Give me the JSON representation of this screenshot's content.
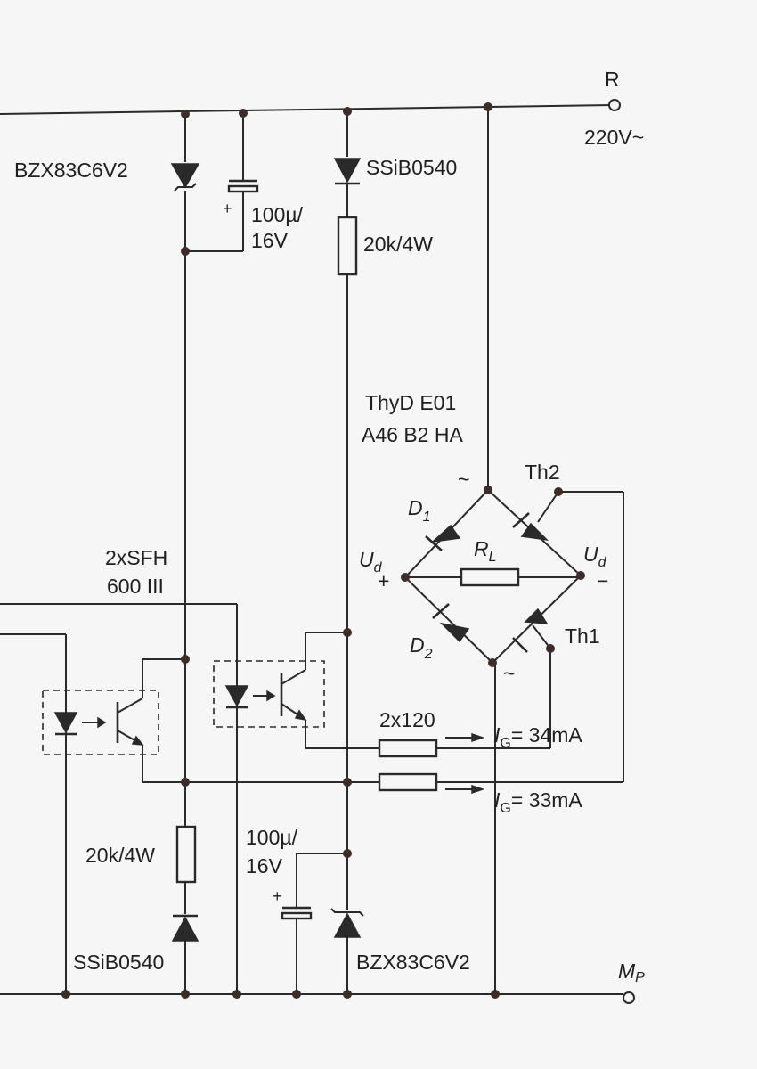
{
  "terminals": {
    "phase": "R",
    "voltage": "220V~",
    "ground": "M",
    "ground_sub": "P"
  },
  "components": {
    "zener_top": "BZX83C6V2",
    "cap_top": [
      "100µ/",
      "16V"
    ],
    "cap_top_plus": "+",
    "diode_top": "SSiB0540",
    "resistor_top": "20k/4W",
    "thyristor_module": [
      "ThyD E01",
      "A46 B2 HA"
    ],
    "optocoupler": [
      "2xSFH",
      "600 III"
    ],
    "resistor_bottom": "20k/4W",
    "diode_bottom": "SSiB0540",
    "cap_bottom": [
      "100µ/",
      "16V"
    ],
    "cap_bottom_plus": "+",
    "zener_bottom": "BZX83C6V2",
    "gate_resistors": "2x120"
  },
  "bridge": {
    "ac_top": "~",
    "ac_bottom": "~",
    "d1": "D",
    "d1_sub": "1",
    "d2": "D",
    "d2_sub": "2",
    "th1": "Th1",
    "th2": "Th2",
    "load": "R",
    "load_sub": "L",
    "ud_left": "U",
    "ud_left_sub": "d",
    "ud_left_sign": "+",
    "ud_right": "U",
    "ud_right_sub": "d",
    "ud_right_sign": "−"
  },
  "currents": {
    "ig1_symbol": "I",
    "ig1_sub": "G",
    "ig1_value": "= 34mA",
    "ig2_symbol": "I",
    "ig2_sub": "G",
    "ig2_value": "= 33mA"
  }
}
